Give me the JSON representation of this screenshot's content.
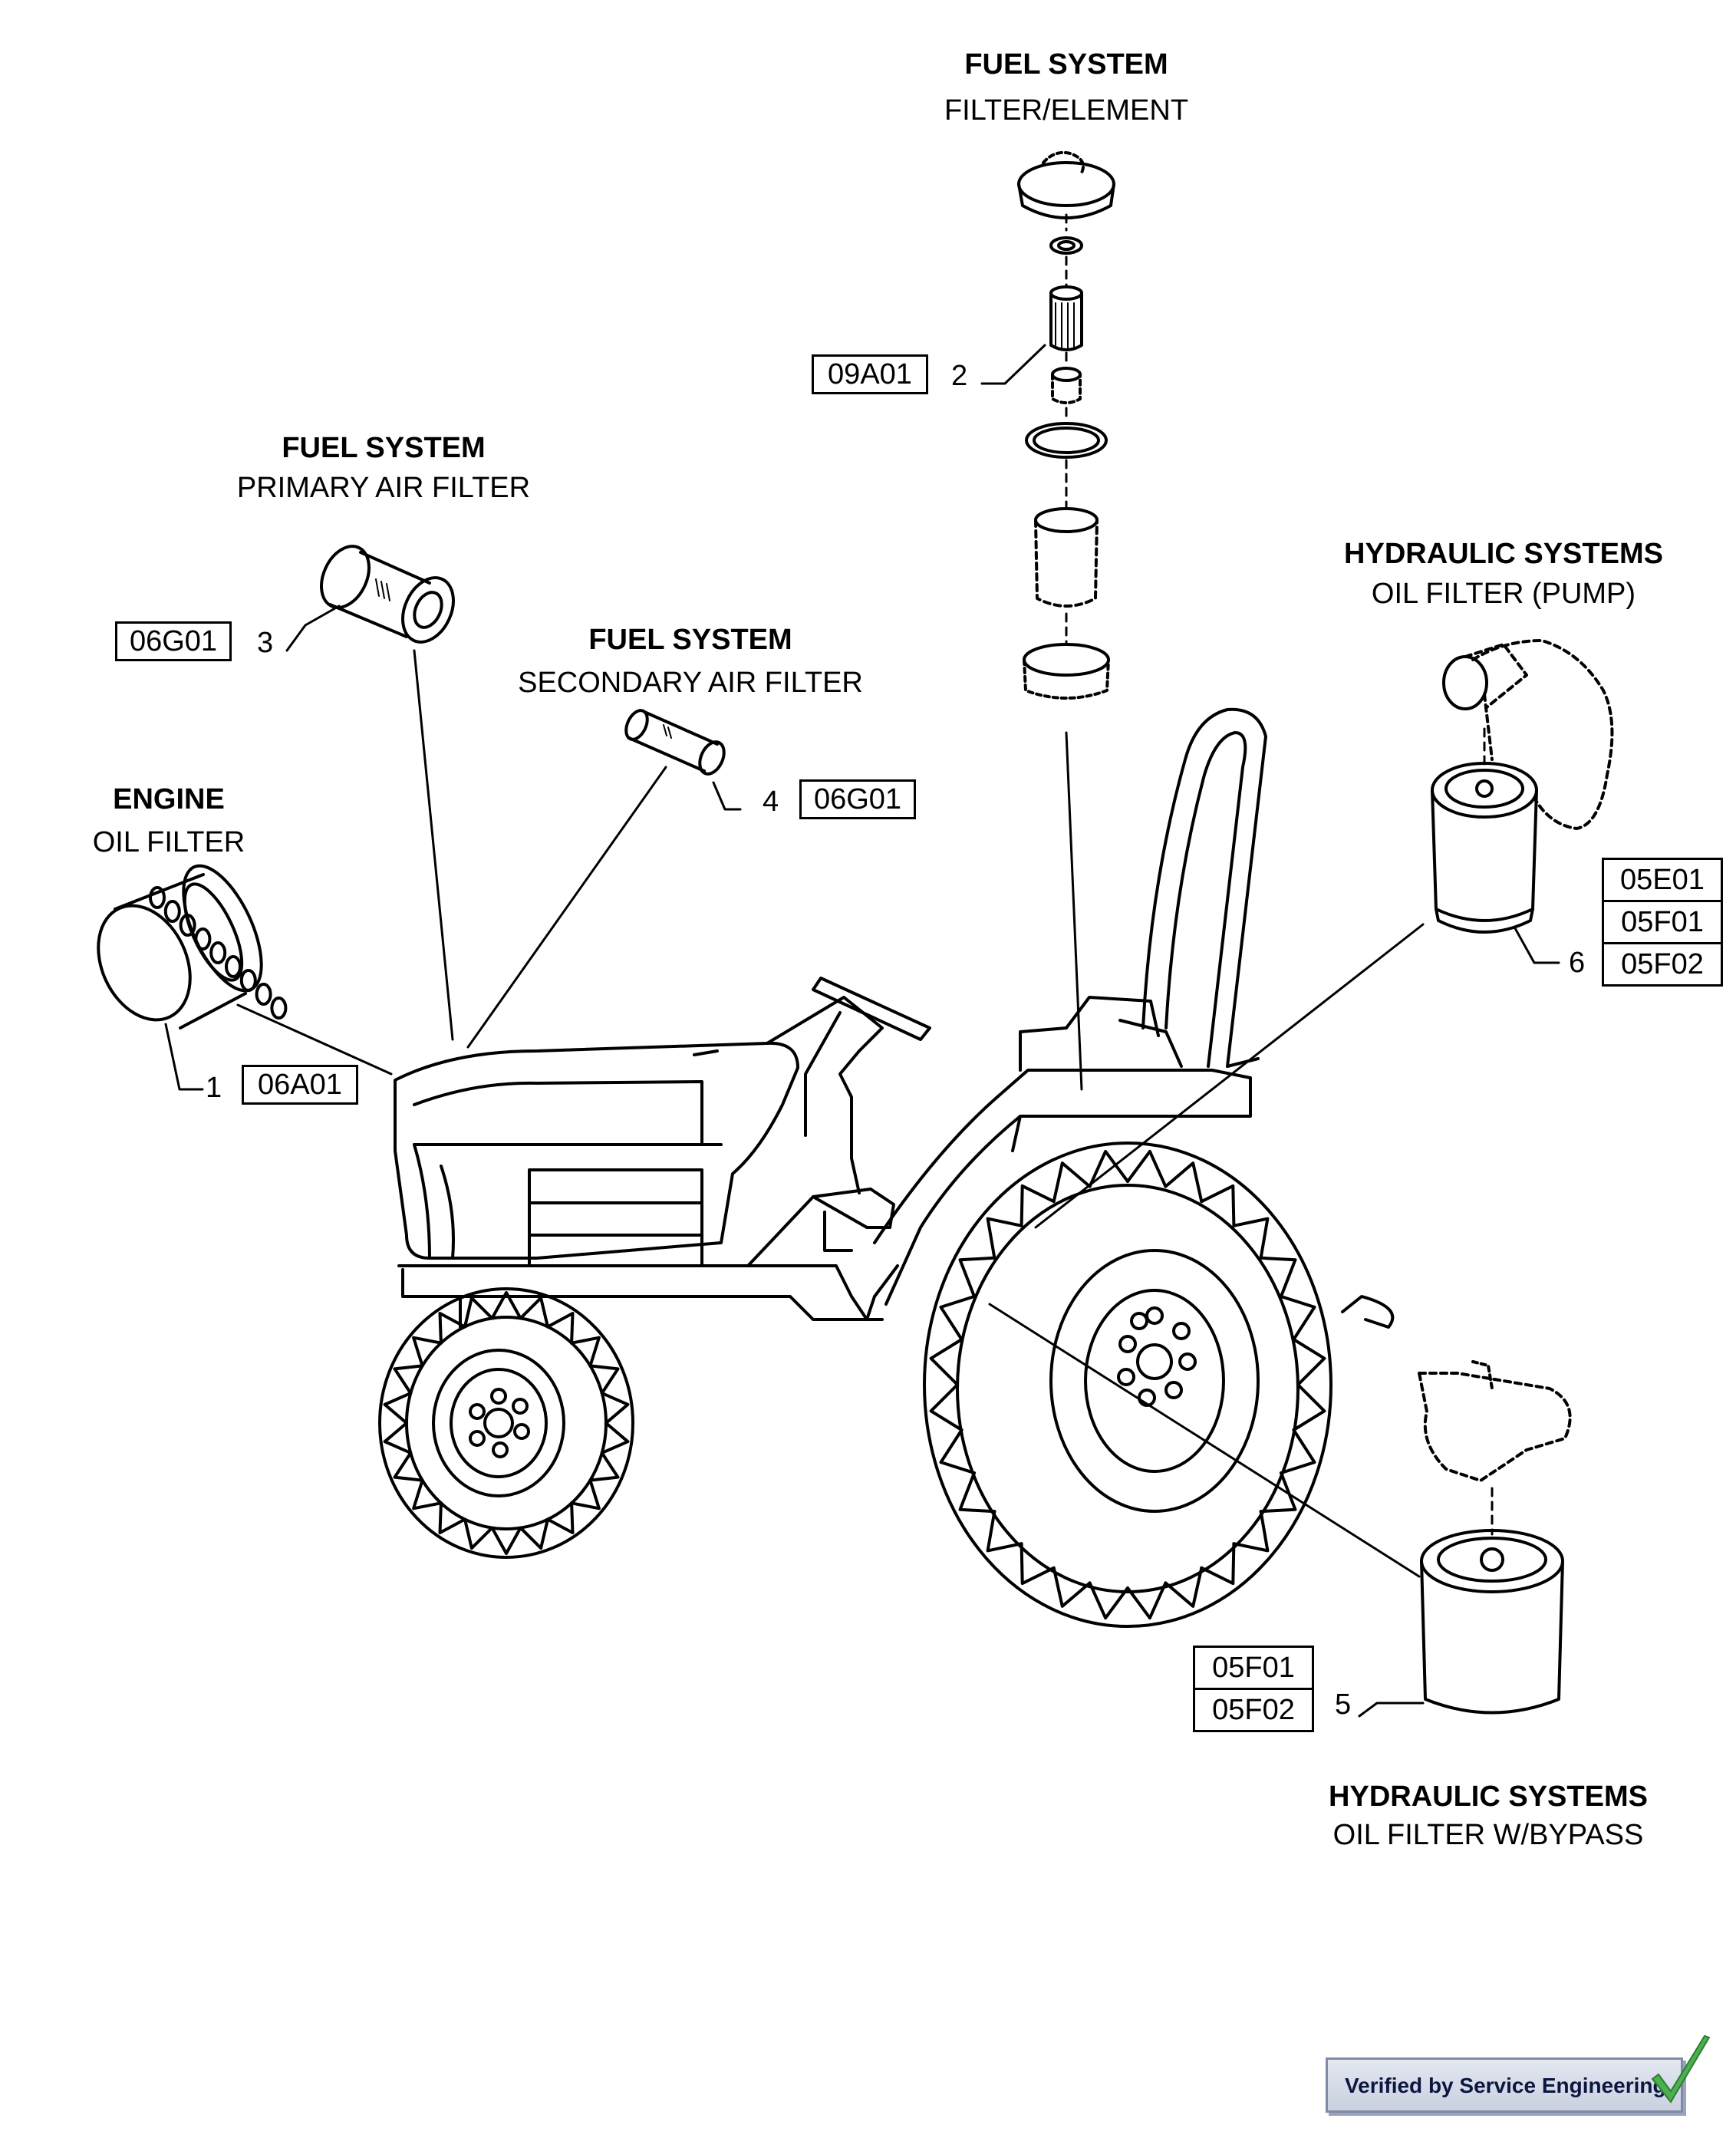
{
  "groups": {
    "fuel_filter_element": {
      "title": "FUEL SYSTEM",
      "subtitle": "FILTER/ELEMENT",
      "code": "09A01",
      "item": "2"
    },
    "fuel_primary_air": {
      "title": "FUEL SYSTEM",
      "subtitle": "PRIMARY AIR FILTER",
      "code": "06G01",
      "item": "3"
    },
    "fuel_secondary_air": {
      "title": "FUEL SYSTEM",
      "subtitle": "SECONDARY AIR FILTER",
      "code": "06G01",
      "item": "4"
    },
    "engine_oil": {
      "title": "ENGINE",
      "subtitle": "OIL FILTER",
      "code": "06A01",
      "item": "1"
    },
    "hyd_pump": {
      "title": "HYDRAULIC SYSTEMS",
      "subtitle": "OIL FILTER (PUMP)",
      "codes": [
        "05E01",
        "05F01",
        "05F02"
      ],
      "item": "6"
    },
    "hyd_bypass": {
      "title": "HYDRAULIC SYSTEMS",
      "subtitle": "OIL FILTER W/BYPASS",
      "codes": [
        "05F01",
        "05F02"
      ],
      "item": "5"
    }
  },
  "badge": {
    "text": "Verified by Service Engineering"
  }
}
